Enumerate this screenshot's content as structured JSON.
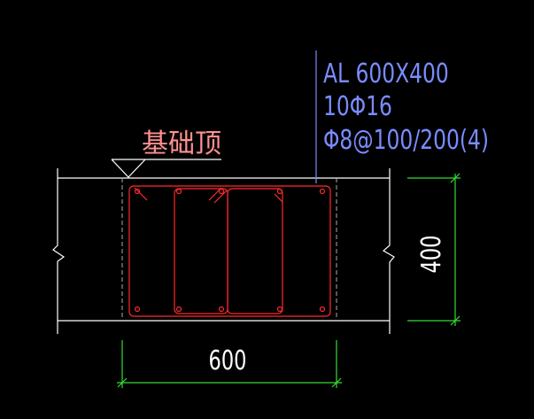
{
  "drawing": {
    "background_color": "#000000",
    "colors": {
      "outline": "#ffffff",
      "hidden_line": "#aaaaaa",
      "rebar": "#ff2a2a",
      "dimension": "#33dd33",
      "annotation": "#7a8cff",
      "label": "#ff8f8f"
    },
    "level_label": "基础顶",
    "beam_spec": {
      "name": "AL 600X400",
      "main_bars": "10Φ16",
      "stirrups": "Φ8@100/200(4)"
    },
    "dimensions": {
      "width": "600",
      "height": "400"
    },
    "icons": [
      "level-marker-icon",
      "break-line-icon"
    ]
  }
}
